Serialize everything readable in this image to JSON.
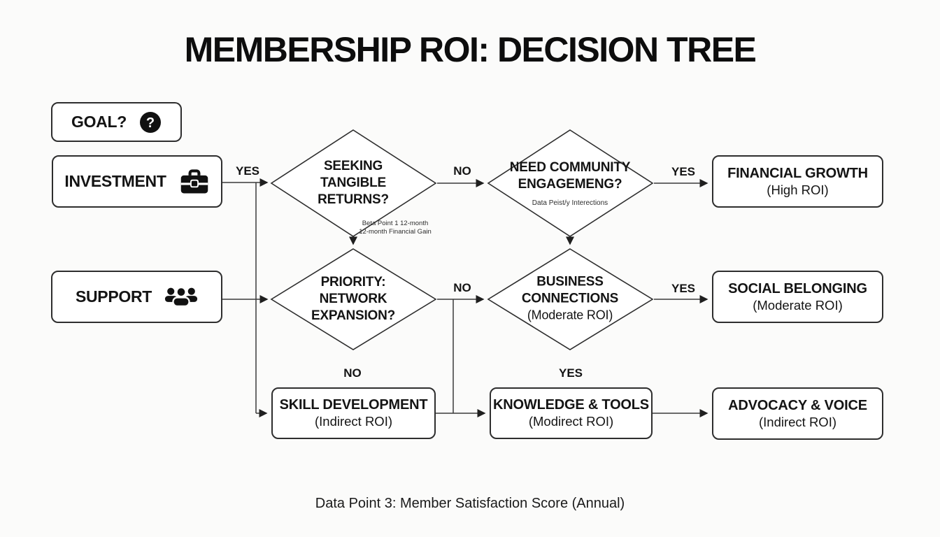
{
  "title": "MEMBERSHIP ROI: DECISION TREE",
  "caption": "Data Point 3: Member Satisfaction Score (Annual)",
  "icons": {
    "question_glyph": "?"
  },
  "left_nodes": {
    "goal": {
      "label": "GOAL?"
    },
    "investment": {
      "label": "INVESTMENT"
    },
    "support": {
      "label": "SUPPORT"
    }
  },
  "decisions": {
    "seeking": {
      "lines": [
        "SEEKING",
        "TANGIBLE",
        "RETURNS?"
      ],
      "note": [
        "Beta Point 1 12-month",
        "12-month Financial Gain"
      ]
    },
    "community": {
      "lines": [
        "NEED COMMUNITY",
        "ENGAGEMENG?"
      ],
      "note": [
        "Data Peist/y Interections"
      ]
    },
    "network": {
      "lines": [
        "PRIORITY:",
        "NETWORK",
        "EXPANSION?"
      ]
    },
    "business": {
      "lines": [
        "BUSINESS",
        "CONNECTIONS"
      ],
      "sub": "(Moderate ROI)"
    }
  },
  "outcomes": {
    "financial": {
      "title": "FINANCIAL GROWTH",
      "sub": "(High ROI)"
    },
    "social": {
      "title": "SOCIAL BELONGING",
      "sub": "(Moderate ROI)"
    },
    "advocacy": {
      "title": "ADVOCACY & VOICE",
      "sub": "(Indirect ROI)"
    },
    "skill": {
      "title": "SKILL DEVELOPMENT",
      "sub": "(Indirect ROI)"
    },
    "knowledge": {
      "title": "KNOWLEDGE & TOOLS",
      "sub": "(Modirect ROI)"
    }
  },
  "edge_labels": {
    "investment_yes": "YES",
    "seeking_no": "NO",
    "community_yes": "YES",
    "network_no": "NO",
    "business_yes": "YES",
    "skill_no": "NO",
    "knowledge_yes": "YES"
  }
}
